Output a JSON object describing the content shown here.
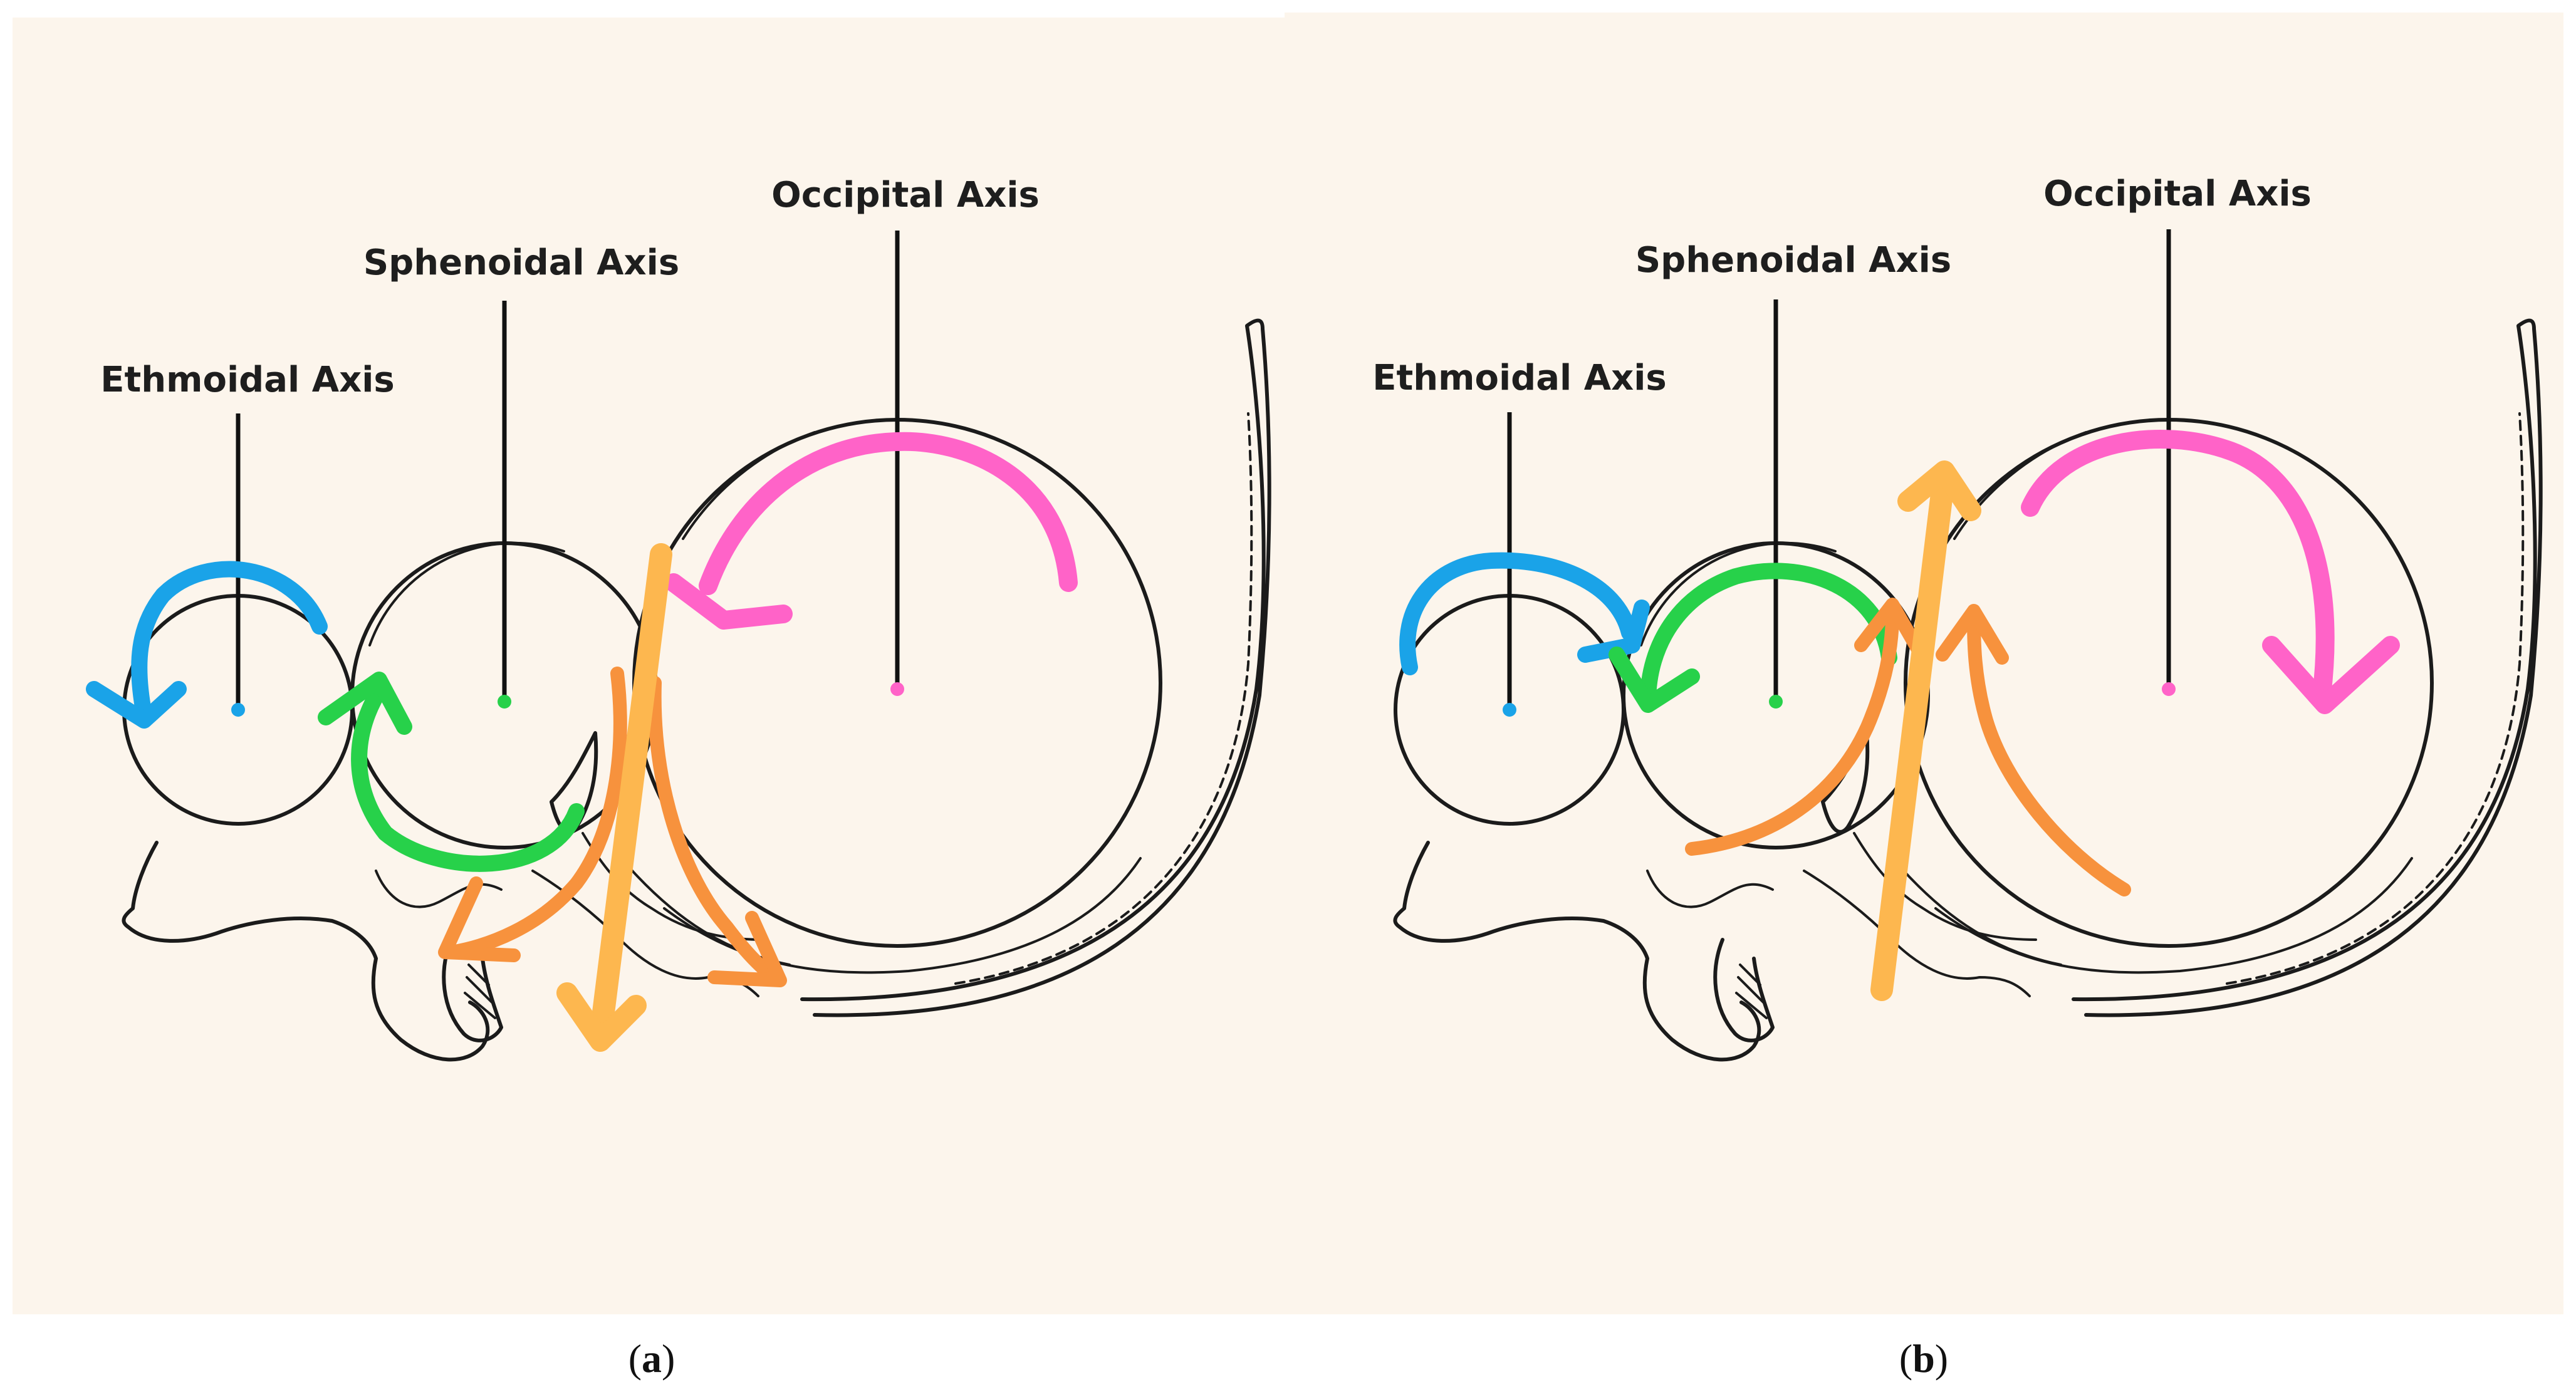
{
  "panels": [
    {
      "id": "a",
      "caption": "a",
      "labels": {
        "ethmoidal": "Ethmoidal Axis",
        "sphenoidal": "Sphenoidal Axis",
        "occipital": "Occipital Axis"
      }
    },
    {
      "id": "b",
      "caption": "b",
      "labels": {
        "ethmoidal": "Ethmoidal Axis",
        "sphenoidal": "Sphenoidal Axis",
        "occipital": "Occipital Axis"
      }
    }
  ],
  "colors": {
    "panel_background": "#fcf5ec",
    "ethmoidal": "#1aa3e8",
    "sphenoidal": "#27d14a",
    "occipital": "#ff63c8",
    "secondary_orange": "#f7923d",
    "main_orange": "#fdb74f"
  }
}
